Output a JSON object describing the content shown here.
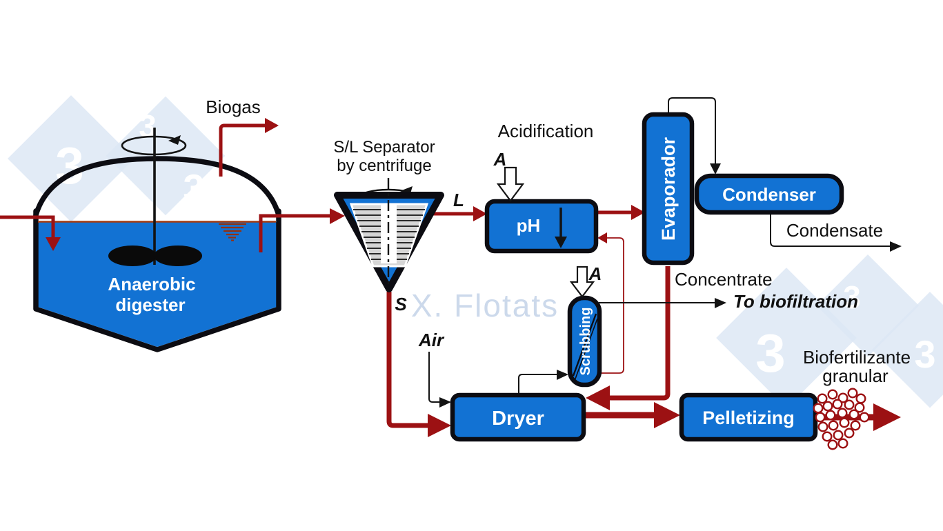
{
  "labels": {
    "biogas": "Biogas",
    "separator_line1": "S/L Separator",
    "separator_line2": "by centrifuge",
    "acidification": "Acidification",
    "acid_input": "A",
    "scrub_input": "A",
    "liquid": "L",
    "solid": "S",
    "air": "Air",
    "concentrate": "Concentrate",
    "to_biofiltration": "To biofiltration",
    "condensate": "Condensate",
    "biofertilizer_line1": "Biofertilizante",
    "biofertilizer_line2": "granular",
    "digester_line1": "Anaerobic",
    "digester_line2": "digester"
  },
  "units": {
    "ph": "pH",
    "evaporator": "Evaporador",
    "condenser": "Condenser",
    "scrubbing": "Scrubbing",
    "dryer": "Dryer",
    "pelletizing": "Pelletizing"
  },
  "watermark": {
    "digit": "3",
    "author": "X. Flotats"
  },
  "colors": {
    "unit_fill": "#1272d3",
    "flow_red": "#9c1113",
    "outline_black": "#0c0c12",
    "watermark_blue": "#dce7f4",
    "author_blue": "#ccd9eb"
  }
}
